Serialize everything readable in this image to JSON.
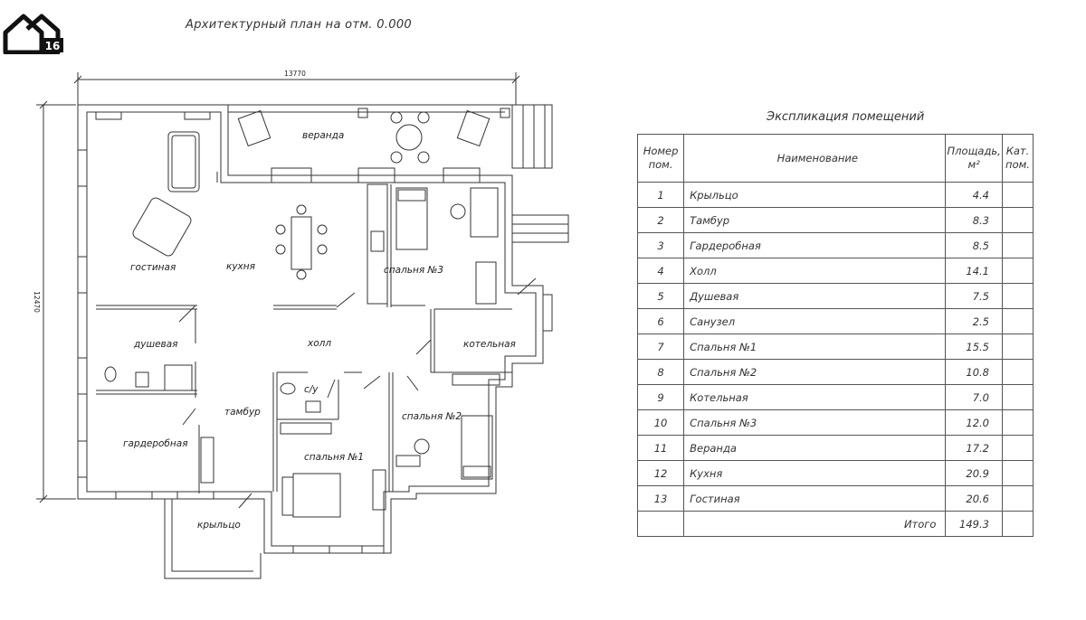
{
  "logo": {
    "badge": "16"
  },
  "plan": {
    "title": "Архитектурный план на отм. 0.000",
    "dim_width": "13770",
    "dim_height": "12470",
    "rooms": {
      "veranda": "веранда",
      "living": "гостиная",
      "kitchen": "кухня",
      "bedroom3": "спальня №3",
      "shower": "душевая",
      "hall": "холл",
      "boiler": "котельная",
      "bath": "с/у",
      "vestibule": "тамбур",
      "bedroom2": "спальня №2",
      "wardrobe": "гардеробная",
      "bedroom1": "спальня №1",
      "porch": "крыльцо"
    }
  },
  "explication": {
    "title": "Экспликация помещений",
    "headers": {
      "num": [
        "Номер",
        "пом."
      ],
      "name": "Наименование",
      "area": [
        "Площадь,",
        "м²"
      ],
      "cat": [
        "Кат.",
        "пом."
      ]
    },
    "rows": [
      {
        "num": "1",
        "name": "Крыльцо",
        "area": "4.4"
      },
      {
        "num": "2",
        "name": "Тамбур",
        "area": "8.3"
      },
      {
        "num": "3",
        "name": "Гардеробная",
        "area": "8.5"
      },
      {
        "num": "4",
        "name": "Холл",
        "area": "14.1"
      },
      {
        "num": "5",
        "name": "Душевая",
        "area": "7.5"
      },
      {
        "num": "6",
        "name": "Санузел",
        "area": "2.5"
      },
      {
        "num": "7",
        "name": "Спальня №1",
        "area": "15.5"
      },
      {
        "num": "8",
        "name": "Спальня №2",
        "area": "10.8"
      },
      {
        "num": "9",
        "name": "Котельная",
        "area": "7.0"
      },
      {
        "num": "10",
        "name": "Спальня №3",
        "area": "12.0"
      },
      {
        "num": "11",
        "name": "Веранда",
        "area": "17.2"
      },
      {
        "num": "12",
        "name": "Кухня",
        "area": "20.9"
      },
      {
        "num": "13",
        "name": "Гостиная",
        "area": "20.6"
      }
    ],
    "total_label": "Итого",
    "total_value": "149.3"
  }
}
